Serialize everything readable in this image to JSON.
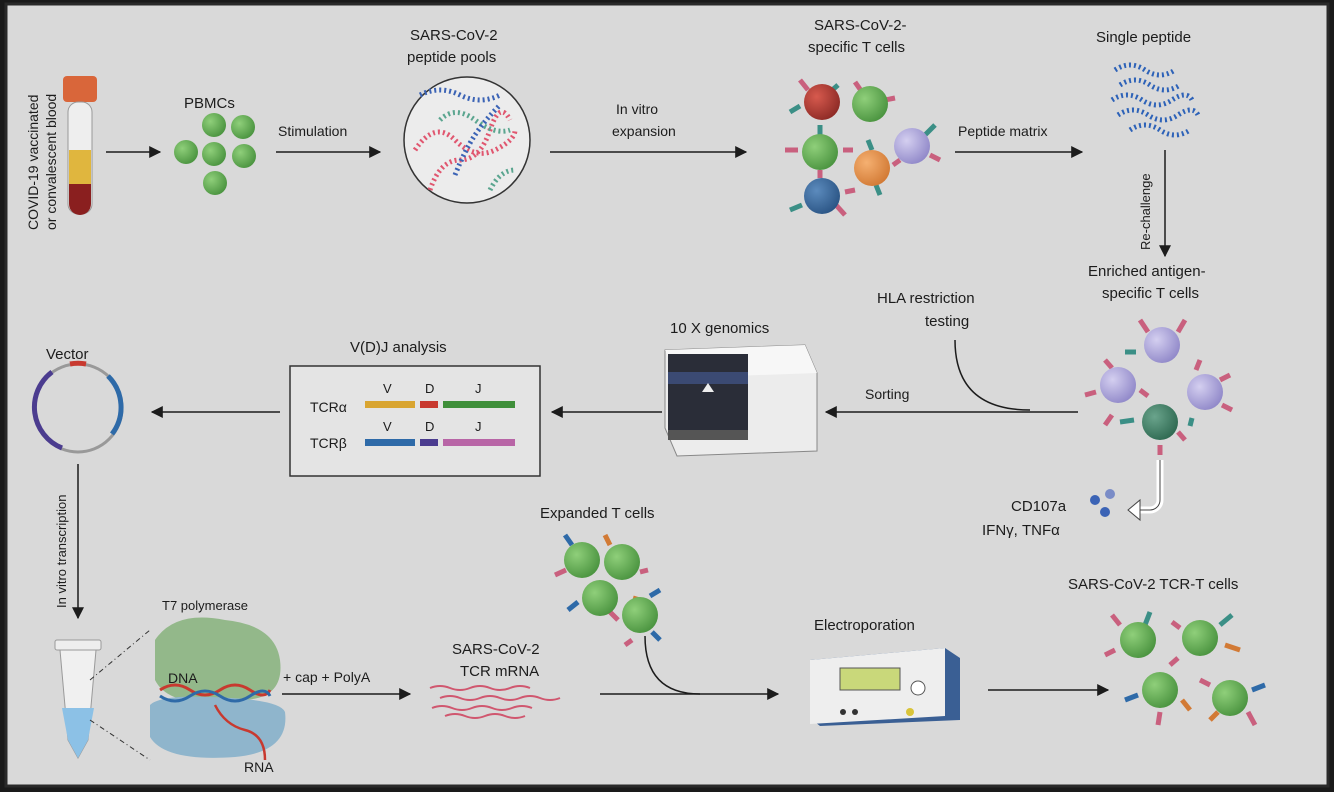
{
  "labels": {
    "blood_source": "COVID-19 vaccinated",
    "blood_source_2": "or convalescent blood",
    "pbmcs": "PBMCs",
    "stimulation": "Stimulation",
    "peptide_pools_1": "SARS-CoV-2",
    "peptide_pools_2": "peptide  pools",
    "in_vitro_1": "In vitro",
    "in_vitro_2": "expansion",
    "specific_t_1": "SARS-CoV-2-",
    "specific_t_2": "specific T  cells",
    "peptide_matrix": "Peptide matrix",
    "single_peptide": "Single peptide",
    "rechallenge": "Re-challenge",
    "enriched_1": "Enriched antigen-",
    "enriched_2": "specific T cells",
    "hla_1": "HLA restriction",
    "hla_2": "testing",
    "sorting": "Sorting",
    "genomics": "10 X genomics",
    "vdj": "V(D)J analysis",
    "tcra": "TCRα",
    "tcrb": "TCRβ",
    "seg_v": "V",
    "seg_d": "D",
    "seg_j": "J",
    "vector": "Vector",
    "ivt": "In vitro transcription",
    "cd107a": "CD107a",
    "cytokines": "IFNγ, TNFα",
    "t7": "T7 polymerase",
    "dna": "DNA",
    "rna": "RNA",
    "cap_polya": "+ cap + PolyA",
    "mrna_1": "SARS-CoV-2",
    "mrna_2": "TCR mRNA",
    "expanded": "Expanded  T cells",
    "electroporation": "Electroporation",
    "tcr_t": "SARS-CoV-2 TCR-T  cells"
  },
  "colors": {
    "background": "#d9d9d9",
    "border": "#2a2a2a",
    "green_cell": "#5da64f",
    "lavender_cell": "#a9a2d6",
    "receptor_pink": "#c9607e",
    "receptor_teal": "#3b8f86",
    "seg_v_a": "#d9a531",
    "seg_d_a": "#c8392f",
    "seg_j_a": "#3f8f3a",
    "seg_v_b": "#2e6aa8",
    "seg_d_b": "#4b3c8f",
    "seg_j_b": "#b865a6"
  }
}
